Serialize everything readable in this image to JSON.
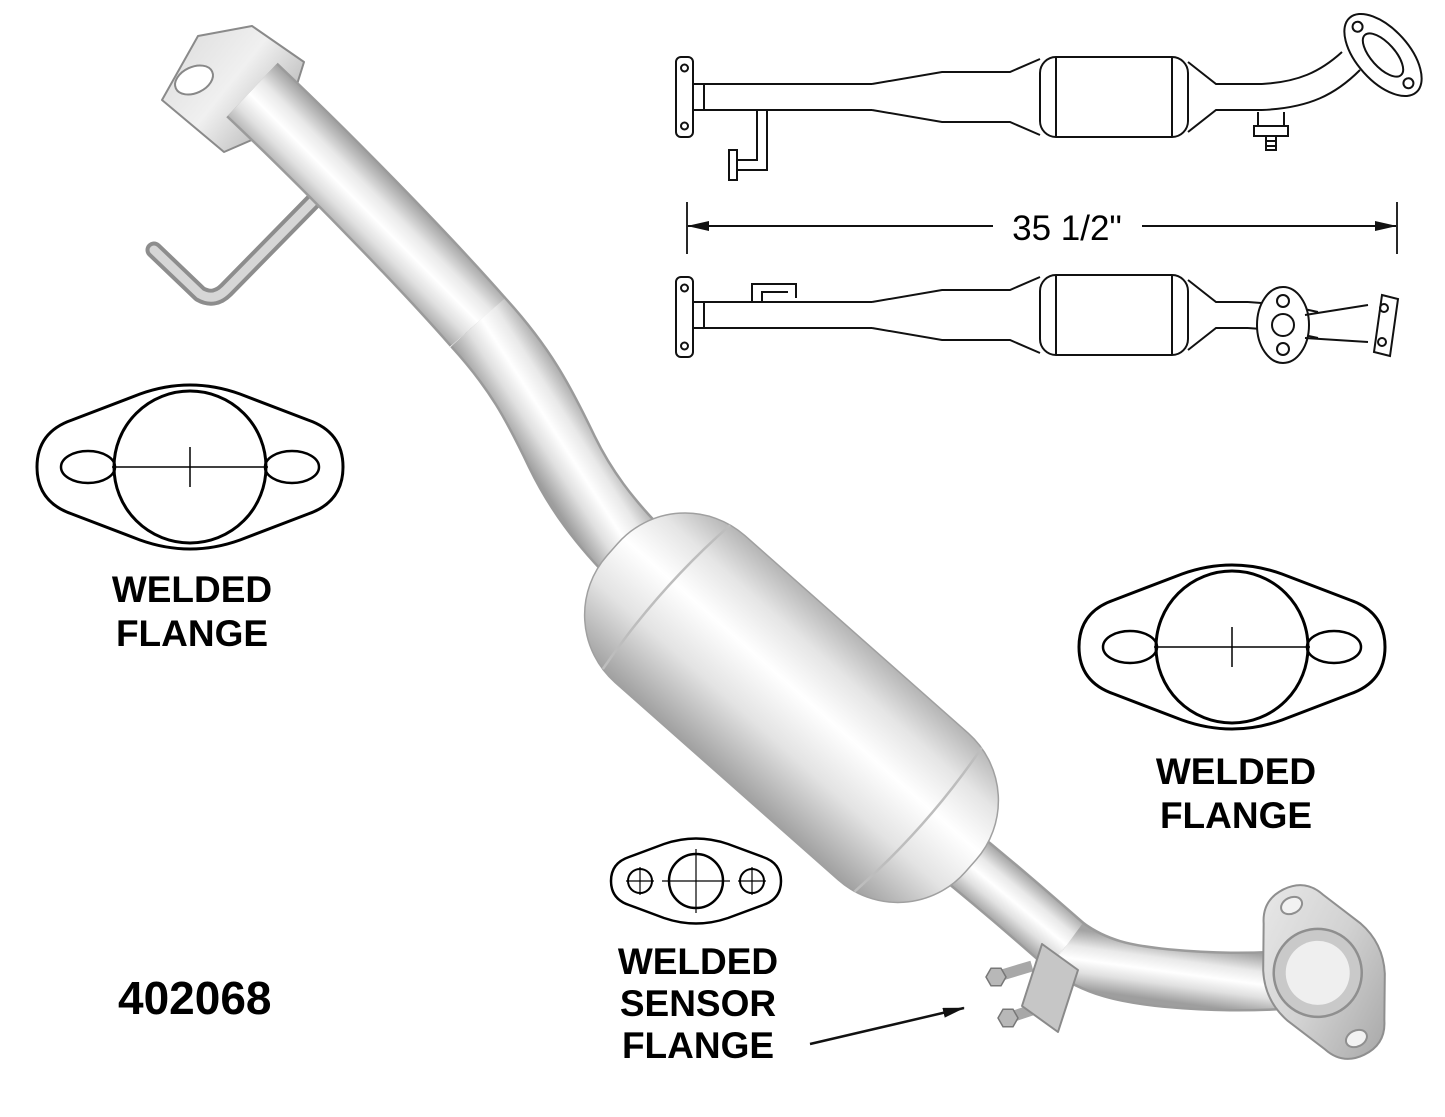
{
  "product": {
    "part_number": "402068"
  },
  "dimension": {
    "overall_length": "35 1/2\""
  },
  "callouts": {
    "flange_left": {
      "line1": "WELDED",
      "line2": "FLANGE"
    },
    "flange_right": {
      "line1": "WELDED",
      "line2": "FLANGE"
    },
    "sensor_flange": {
      "line1": "WELDED",
      "line2": "SENSOR",
      "line3": "FLANGE"
    }
  },
  "colors": {
    "background": "#ffffff",
    "line_art": "#111111",
    "metal_highlight": "#ffffff",
    "metal_shadow": "#a0a0a0"
  }
}
